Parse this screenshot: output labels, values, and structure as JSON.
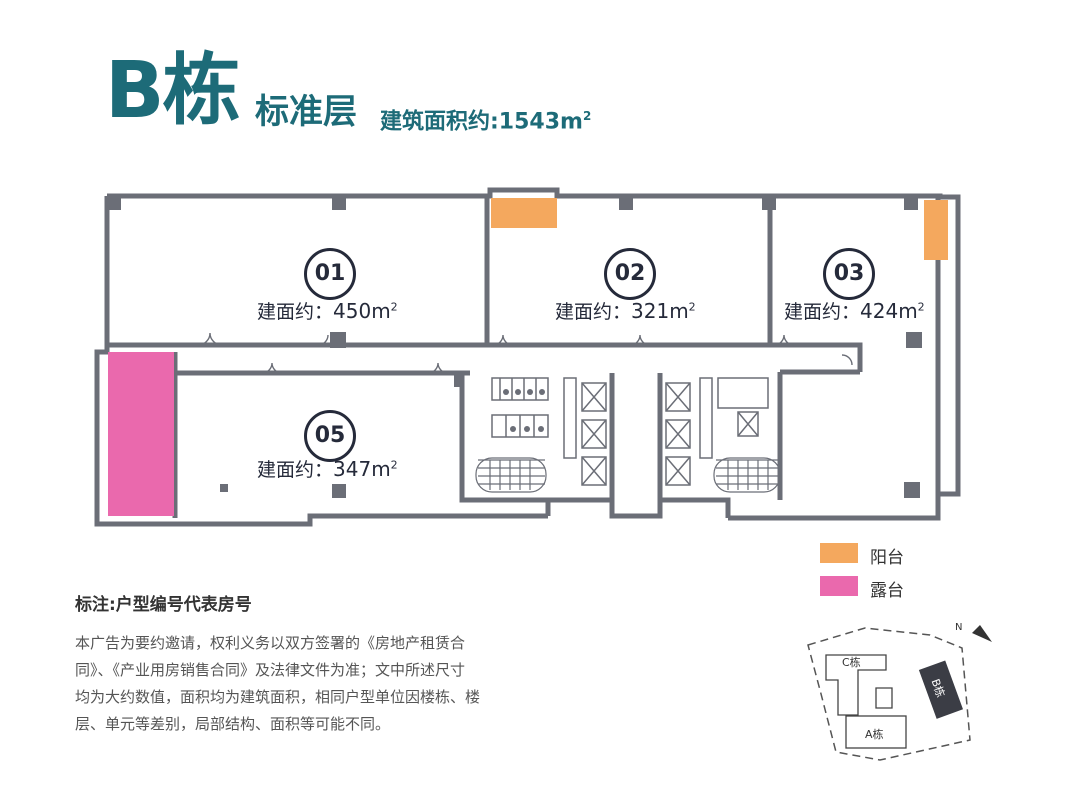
{
  "header": {
    "building": "B栋",
    "floor_type": "标准层",
    "area_label": "建筑面积约:1543m",
    "area_sup": "2"
  },
  "units": [
    {
      "number": "01",
      "area_prefix": "建面约：",
      "area_value": "450m",
      "area_sup": "2"
    },
    {
      "number": "02",
      "area_prefix": "建面约：",
      "area_value": "321m",
      "area_sup": "2"
    },
    {
      "number": "03",
      "area_prefix": "建面约：",
      "area_value": "424m",
      "area_sup": "2"
    },
    {
      "number": "05",
      "area_prefix": "建面约：",
      "area_value": "347m",
      "area_sup": "2"
    }
  ],
  "legend": [
    {
      "label": "阳台",
      "color": "#f4a85e"
    },
    {
      "label": "露台",
      "color": "#ea69ad"
    }
  ],
  "note": {
    "title": "标注:户型编号代表房号",
    "disclaimer_lines": [
      "本广告为要约邀请，权利义务以双方签署的《房地产租赁合",
      "同》、《产业用房销售合同》及法律文件为准；文中所述尺寸",
      "均为大约数值，面积均为建筑面积，相同户型单位因楼栋、楼",
      "层、单元等差别，局部结构、面积等可能不同。"
    ]
  },
  "site_map": {
    "north": "N",
    "buildings": [
      "C栋",
      "B栋",
      "A栋"
    ]
  },
  "colors": {
    "wall": "#6b6e77",
    "teal": "#1d6b78",
    "text_dark": "#252a3a",
    "balcony": "#f4a85e",
    "terrace": "#ea69ad"
  }
}
